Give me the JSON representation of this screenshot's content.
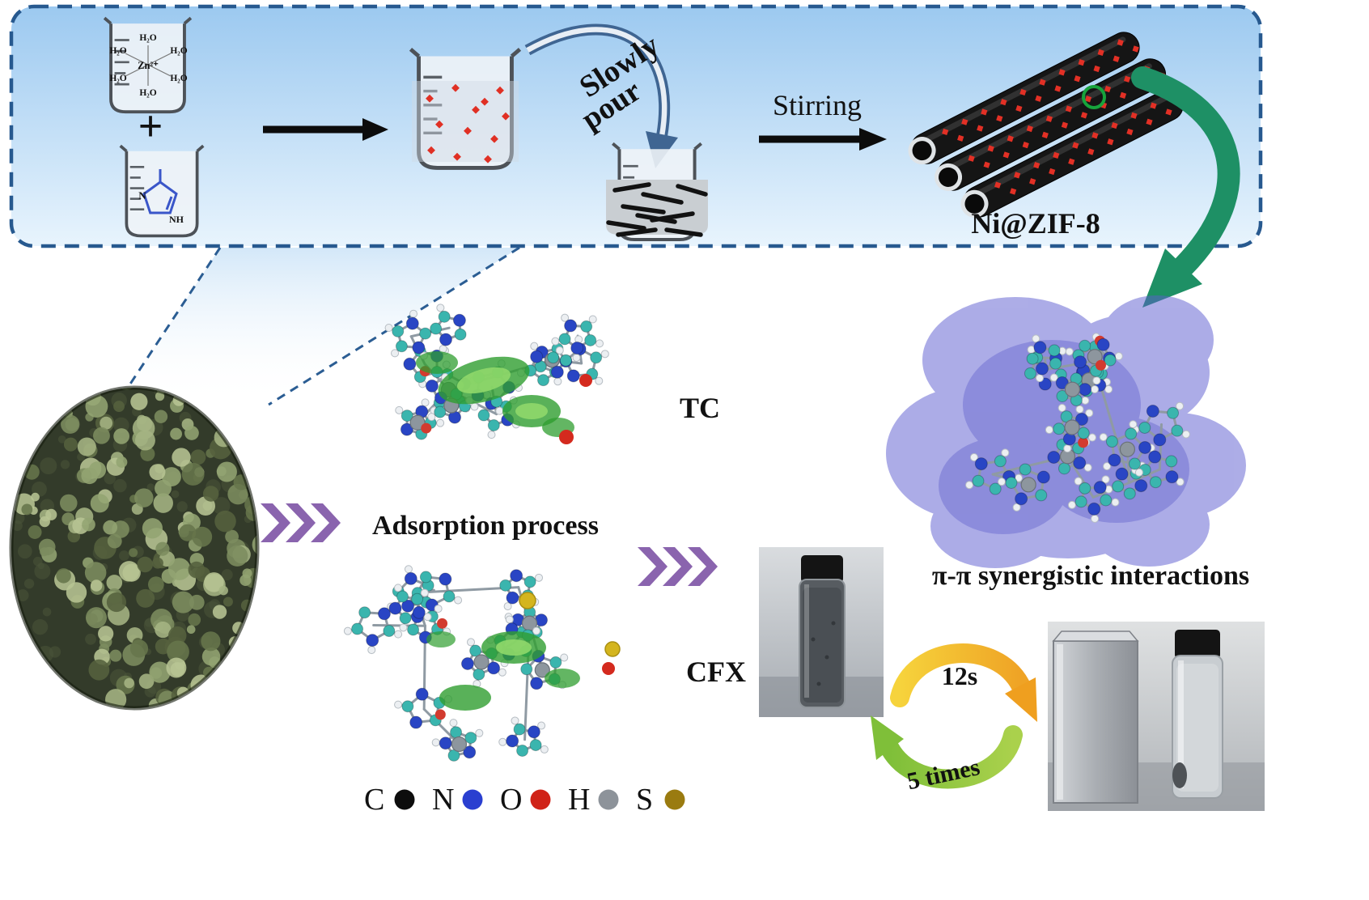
{
  "colors": {
    "panel_fill_top": "#a2cdf2",
    "panel_fill_bottom": "#e8f4fd",
    "panel_border": "#27598f",
    "chevron_purple": "#8a64ae",
    "green_arrow": "#1e9065",
    "isosurface_green": "#2f9e2f",
    "surface_blue": "#5c5cd0",
    "ni_dot_red": "#e23025"
  },
  "top_panel": {
    "beaker1": {
      "water_label": "H₂O",
      "zinc_label": "Zn²⁺"
    },
    "plus_sign": "+",
    "beaker2": {
      "n_label": "N",
      "nh_label": "NH"
    },
    "pour_arrow": {
      "line1": "Slowly",
      "line2": "pour"
    },
    "stirring_label": "Stirring",
    "product_label": "Ni@ZIF-8"
  },
  "process": {
    "adsorption_label": "Adsorption process",
    "tc_label": "TC",
    "cfx_label": "CFX",
    "pi_label": "π-π synergistic interactions"
  },
  "recycle": {
    "duration_label": "12s",
    "cycles_label": "5 times"
  },
  "legend": {
    "items": [
      {
        "element": "C",
        "color": "#0d0d0d"
      },
      {
        "element": "N",
        "color": "#2a3fd0"
      },
      {
        "element": "O",
        "color": "#d02318"
      },
      {
        "element": "H",
        "color": "#8d939a"
      },
      {
        "element": "S",
        "color": "#9a7b10"
      }
    ]
  }
}
